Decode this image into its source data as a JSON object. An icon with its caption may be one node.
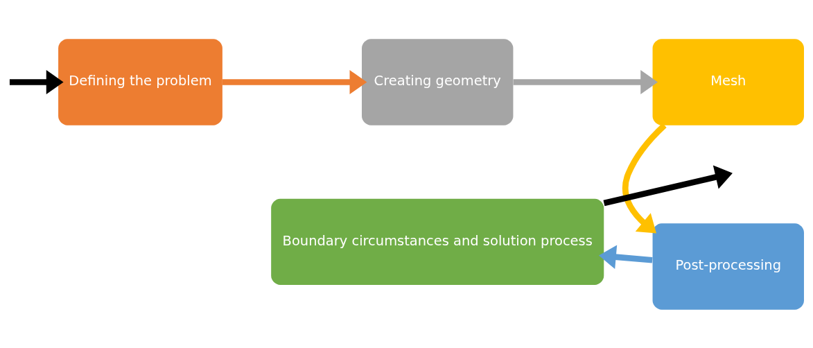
{
  "diagram": {
    "nodes": [
      {
        "text": [
          "Defining the problem"
        ]
      },
      {
        "text": [
          "Creating geometry"
        ]
      },
      {
        "text": [
          "Mesh"
        ]
      },
      {
        "text": [
          "Boundary circumstances and solution process"
        ]
      },
      {
        "text": [
          "Post-processing"
        ]
      }
    ],
    "edges": [
      {
        "from": null,
        "to": 0,
        "arrow": "to",
        "color": "#000000"
      },
      {
        "from": 0,
        "to": 1,
        "arrow": "to",
        "color": "#ed7d31"
      },
      {
        "from": 1,
        "to": 2,
        "arrow": "to",
        "color": "#a5a5a5"
      },
      {
        "from": 2,
        "to": 4,
        "arrow": "to",
        "color": "#ffc000"
      },
      {
        "from": 4,
        "to": 3,
        "arrow": "to",
        "color": "#5b9bd5"
      },
      {
        "from": 3,
        "to": null,
        "arrow": "to",
        "color": "#000000"
      }
    ]
  }
}
